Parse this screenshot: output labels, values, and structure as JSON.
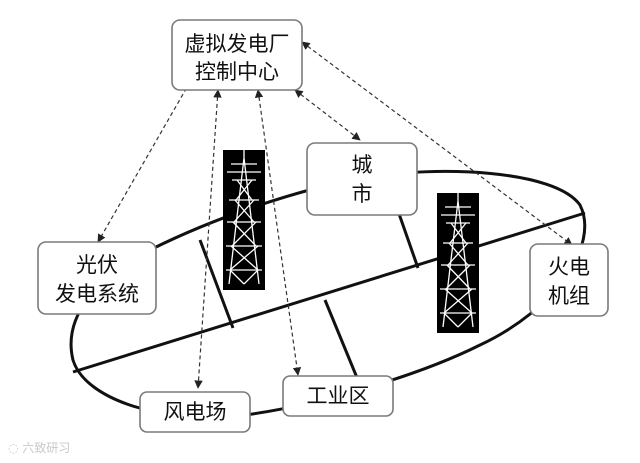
{
  "nodes": {
    "control_center": {
      "line1": "虚拟发电厂",
      "line2": "控制中心"
    },
    "city": {
      "line1": "城",
      "line2": "市"
    },
    "pv": {
      "line1": "光伏",
      "line2": "发电系统"
    },
    "thermal": {
      "line1": "火电",
      "line2": "机组"
    },
    "wind": {
      "label": "风电场"
    },
    "industrial": {
      "label": "工业区"
    }
  },
  "icons": [
    "transmission-tower-icon",
    "transmission-tower-icon",
    "wechat-logo-icon"
  ],
  "colors": {
    "line": "#111111",
    "box_border": "#7a7a7a",
    "tower": "#000000"
  },
  "watermark": {
    "text": "六致研习"
  }
}
